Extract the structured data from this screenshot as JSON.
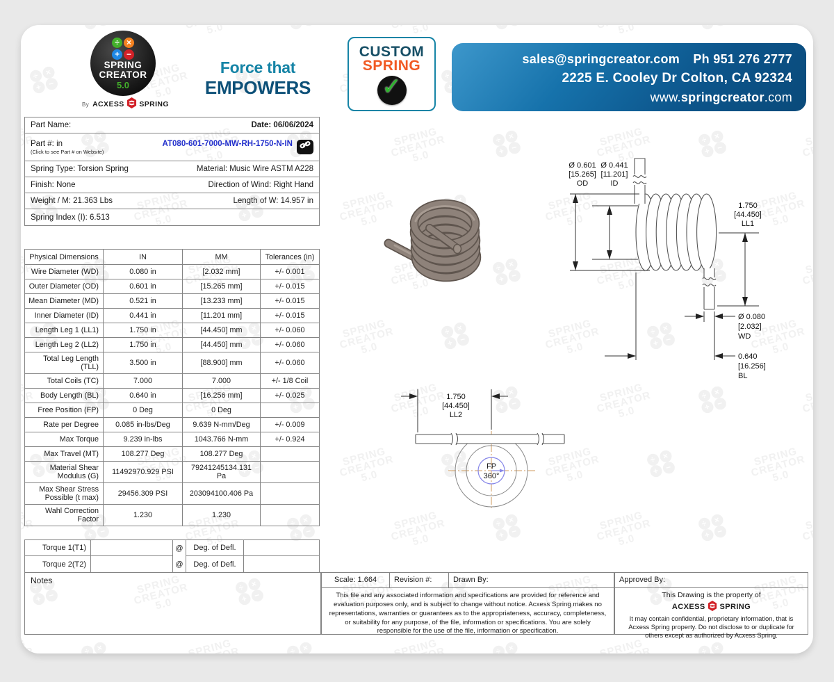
{
  "colors": {
    "brand_teal": "#1684a6",
    "brand_dark_blue": "#0d5078",
    "brand_orange": "#f15a24",
    "link_blue": "#2330cc",
    "check_green": "#2db52d",
    "logo_green": "#43b02a",
    "logo_red": "#d22027",
    "logo_blue": "#1e88e5",
    "logo_orange": "#f58220",
    "centerline_tan": "#cf9a5c",
    "fp_blue": "#8585e8",
    "spring_taupe": "#8a7d75"
  },
  "header": {
    "logo": {
      "symbols": [
        "÷",
        "×",
        "+",
        "−"
      ],
      "line1": "SPRING",
      "line2": "CREATOR",
      "version": "5.0",
      "by": "By",
      "brand1": "ACXESS",
      "brand2": "SPRING"
    },
    "tagline": {
      "line1": "Force that",
      "line2": "EMPOWERS"
    },
    "badge": {
      "line1": "CUSTOM",
      "line2": "SPRING",
      "check": "✓"
    },
    "contact": {
      "email": "sales@springcreator.com",
      "phone": "Ph 951 276 2777",
      "address": "2225 E. Cooley Dr Colton, CA 92324",
      "web_prefix": "www.",
      "web_bold": "springcreator",
      "web_suffix": ".com"
    }
  },
  "part_info": {
    "part_name_label": "Part Name:",
    "date": "Date: 06/06/2024",
    "part_number_label": "Part #: in",
    "part_number_sub": "(Click to see Part # on Website)",
    "part_number": "AT080-601-7000-MW-RH-1750-N-IN",
    "spring_type": "Spring Type: Torsion Spring",
    "material": "Material: Music Wire ASTM A228",
    "finish": "Finish: None",
    "wind": "Direction of Wind: Right Hand",
    "weight": "Weight / M: 21.363 Lbs",
    "wire_length": "Length of W: 14.957 in",
    "spring_index": "Spring Index (I): 6.513"
  },
  "dimensions_table": {
    "headers": [
      "Physical Dimensions",
      "IN",
      "MM",
      "Tolerances (in)"
    ],
    "rows": [
      [
        "Wire Diameter (WD)",
        "0.080 in",
        "[2.032 mm]",
        "+/- 0.001"
      ],
      [
        "Outer Diameter (OD)",
        "0.601 in",
        "[15.265 mm]",
        "+/- 0.015"
      ],
      [
        "Mean Diameter (MD)",
        "0.521 in",
        "[13.233 mm]",
        "+/- 0.015"
      ],
      [
        "Inner Diameter (ID)",
        "0.441 in",
        "[11.201 mm]",
        "+/- 0.015"
      ],
      [
        "Length Leg 1 (LL1)",
        "1.750 in",
        "[44.450] mm",
        "+/- 0.060"
      ],
      [
        "Length Leg 2 (LL2)",
        "1.750 in",
        "[44.450] mm",
        "+/- 0.060"
      ],
      [
        "Total Leg Length (TLL)",
        "3.500 in",
        "[88.900] mm",
        "+/- 0.060"
      ],
      [
        "Total Coils (TC)",
        "7.000",
        "7.000",
        "+/- 1/8 Coil"
      ],
      [
        "Body Length (BL)",
        "0.640 in",
        "[16.256 mm]",
        "+/- 0.025"
      ],
      [
        "Free Position (FP)",
        "0 Deg",
        "0 Deg",
        ""
      ],
      [
        "Rate per Degree",
        "0.085 in-lbs/Deg",
        "9.639 N-mm/Deg",
        "+/- 0.009"
      ],
      [
        "Max Torque",
        "9.239 in-lbs",
        "1043.766 N-mm",
        "+/- 0.924"
      ],
      [
        "Max Travel (MT)",
        "108.277 Deg",
        "108.277 Deg",
        ""
      ],
      [
        "Material Shear Modulus (G)",
        "11492970.929 PSI",
        "79241245134.131 Pa",
        ""
      ],
      [
        "Max Shear Stress Possible (t max)",
        "29456.309 PSI",
        "203094100.406 Pa",
        ""
      ],
      [
        "Wahl Correction Factor",
        "1.230",
        "1.230",
        ""
      ]
    ]
  },
  "torque_rows": [
    {
      "label": "Torque 1(T1)",
      "value": "",
      "at": "@",
      "defl_label": "Deg. of Defl.",
      "defl_value": ""
    },
    {
      "label": "Torque 2(T2)",
      "value": "",
      "at": "@",
      "defl_label": "Deg. of Defl.",
      "defl_value": ""
    }
  ],
  "notes": {
    "label": "Notes"
  },
  "title_block": {
    "scale": "Scale: 1.664",
    "revision": "Revision #:",
    "drawn_by": "Drawn By:",
    "approved_by": "Approved By:",
    "disclaimer": "This file and any associated information and specifications are provided for reference and evaluation purposes only, and is subject to change without notice. Acxess Spring makes no representations, warranties or guarantees as to the appropriateness, accuracy, completeness, or suitability for any purpose, of the file, information or specifications. You are solely responsible for the use of the file, information or specification.",
    "property_line": "This Drawing is the property of",
    "brand1": "ACXESS",
    "brand2": "SPRING",
    "confidential": "It may contain confidential, proprietary information, that is Acxess Spring property. Do not disclose to or duplicate for others except as authorized by Acxess Spring."
  },
  "drawing": {
    "od": {
      "dia": "Ø 0.601",
      "mm": "[15.265]",
      "label": "OD"
    },
    "id": {
      "dia": "Ø 0.441",
      "mm": "[11.201]",
      "label": "ID"
    },
    "ll1": {
      "val": "1.750",
      "mm": "[44.450]",
      "label": "LL1"
    },
    "wd": {
      "dia": "Ø 0.080",
      "mm": "[2.032]",
      "label": "WD"
    },
    "bl": {
      "val": "0.640",
      "mm": "[16.256]",
      "label": "BL"
    },
    "ll2": {
      "val": "1.750",
      "mm": "[44.450]",
      "label": "LL2"
    },
    "fp": {
      "line1": "FP",
      "line2": "360°"
    }
  },
  "watermark": {
    "line1": "SPRING",
    "line2": "CREATOR",
    "line3": "5.0",
    "symbols": [
      "÷",
      "×",
      "+",
      "−"
    ]
  }
}
